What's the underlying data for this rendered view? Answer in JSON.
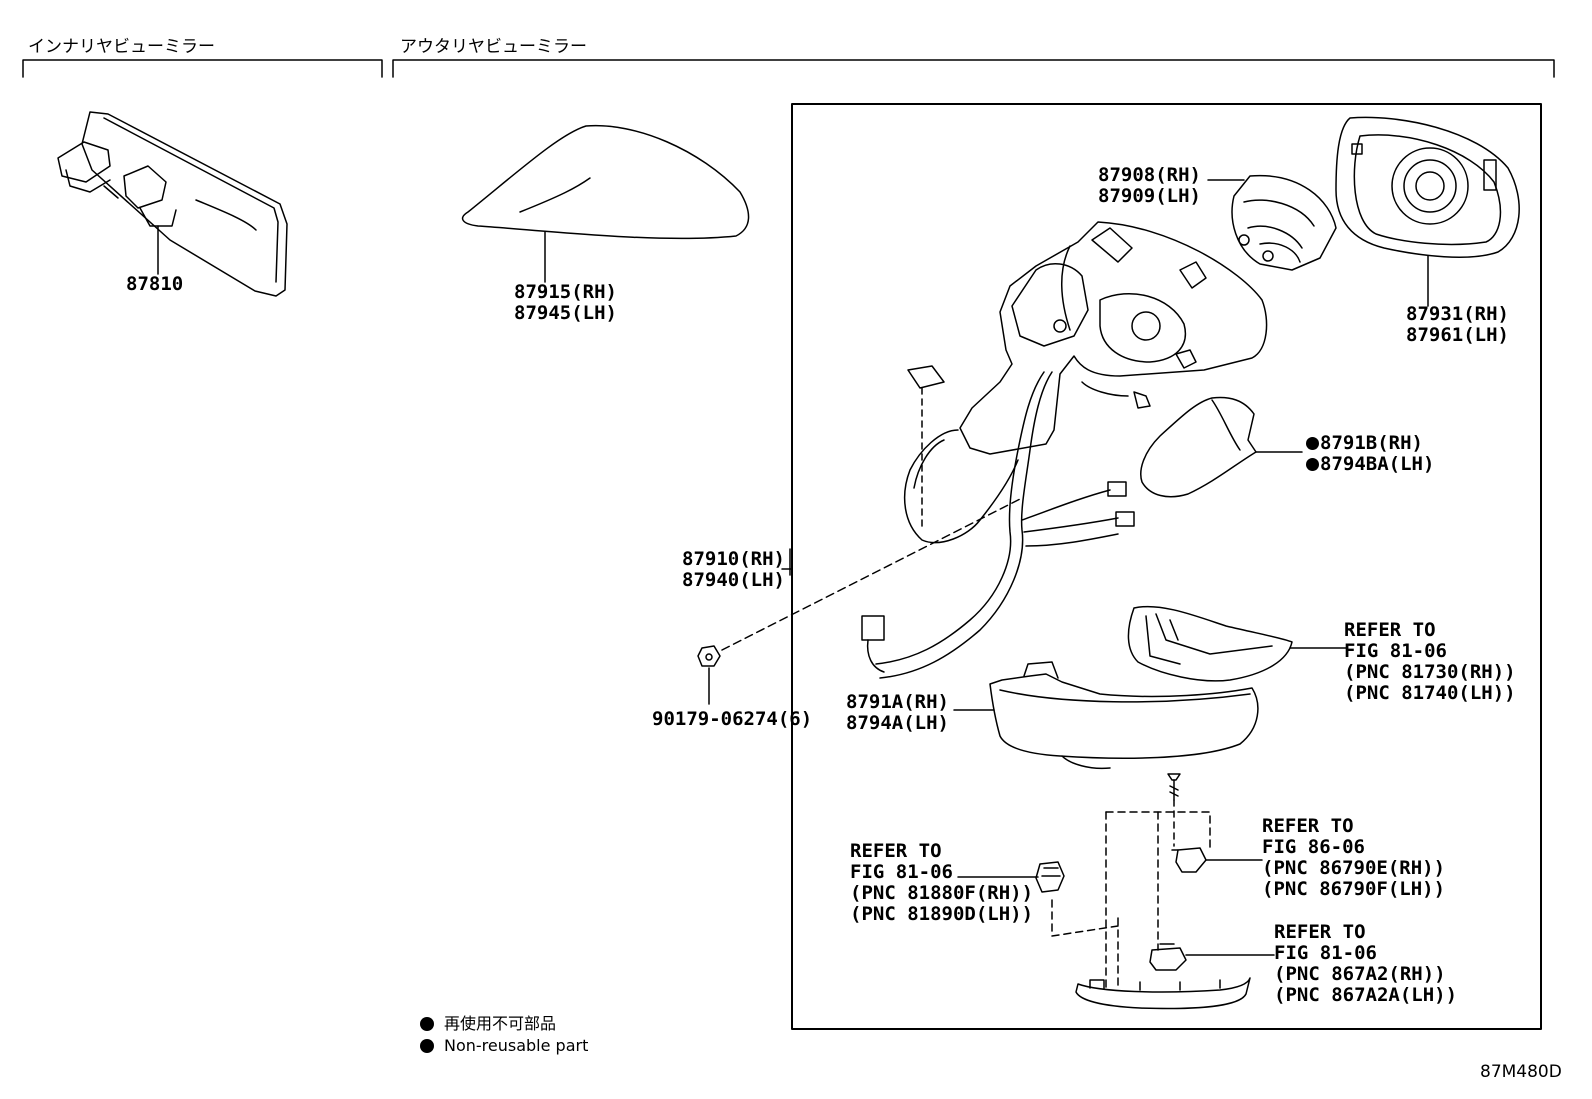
{
  "sections": {
    "inner": "インナリヤビューミラー",
    "outer": "アウタリヤビューミラー"
  },
  "parts": {
    "p87810": "87810",
    "p87915": [
      "87915(RH)",
      "87945(LH)"
    ],
    "p87908": [
      "87908(RH)",
      "87909(LH)"
    ],
    "p87931": [
      "87931(RH)",
      "87961(LH)"
    ],
    "p8791B": [
      "8791B(RH)",
      "8794BA(LH)"
    ],
    "p87910": [
      "87910(RH)",
      "87940(LH)"
    ],
    "p90179": "90179-06274(6)",
    "p8791A": [
      "8791A(RH)",
      "8794A(LH)"
    ]
  },
  "refs": {
    "r81730": [
      "REFER TO",
      "FIG 81-06",
      "(PNC 81730(RH))",
      "(PNC 81740(LH))"
    ],
    "r86790": [
      "REFER TO",
      "FIG 86-06",
      "(PNC 86790E(RH))",
      "(PNC 86790F(LH))"
    ],
    "r81880": [
      "REFER TO",
      "FIG 81-06",
      "(PNC 81880F(RH))",
      "(PNC 81890D(LH))"
    ],
    "r867A2": [
      "REFER TO",
      "FIG 81-06",
      "(PNC 867A2(RH))",
      "(PNC 867A2A(LH))"
    ]
  },
  "legend": {
    "jp": "再使用不可部品",
    "en": "Non-reusable part"
  },
  "figure_code": "87M480D"
}
